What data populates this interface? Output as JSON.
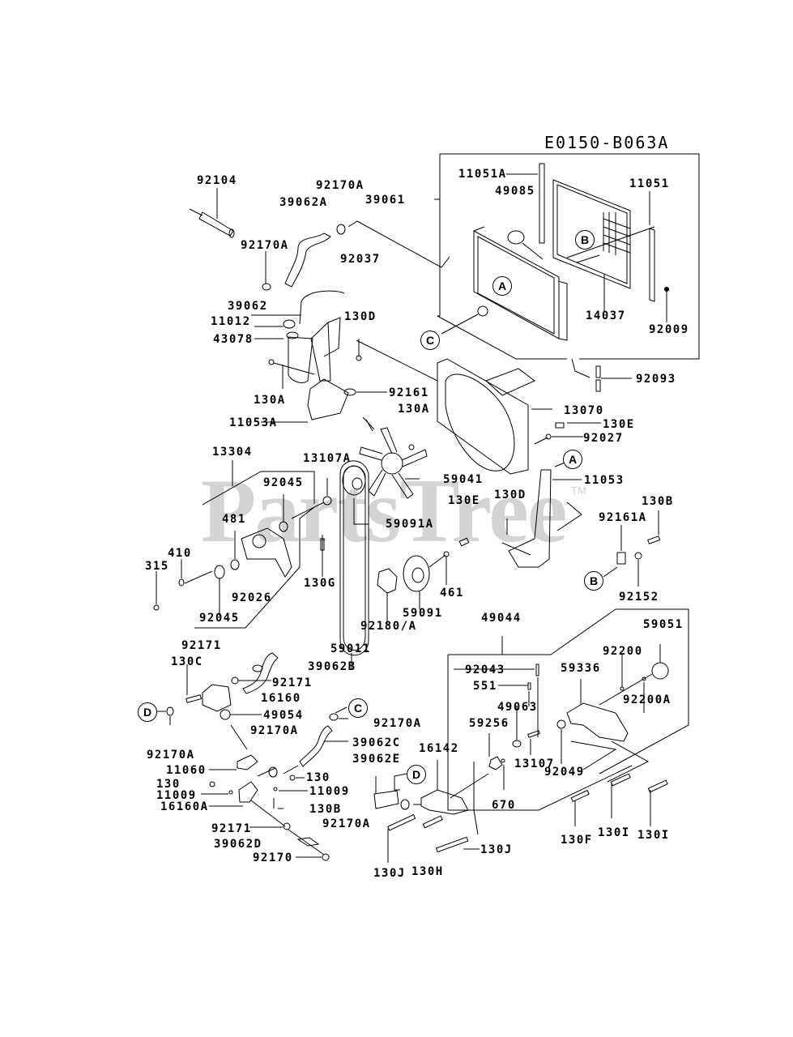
{
  "diagram": {
    "code": "E0150-B063A",
    "watermark": "PartsTree",
    "watermark_tm": "TM",
    "callouts": [
      "A",
      "B",
      "C",
      "D"
    ],
    "labels": [
      {
        "id": "92104",
        "text": "92104"
      },
      {
        "id": "92170A-top",
        "text": "92170A"
      },
      {
        "id": "39062A",
        "text": "39062A"
      },
      {
        "id": "39061",
        "text": "39061"
      },
      {
        "id": "11051A",
        "text": "11051A"
      },
      {
        "id": "49085",
        "text": "49085"
      },
      {
        "id": "11051",
        "text": "11051"
      },
      {
        "id": "92170A-hose",
        "text": "92170A"
      },
      {
        "id": "92037",
        "text": "92037"
      },
      {
        "id": "14037",
        "text": "14037"
      },
      {
        "id": "92009",
        "text": "92009"
      },
      {
        "id": "39062",
        "text": "39062"
      },
      {
        "id": "11012",
        "text": "11012"
      },
      {
        "id": "43078",
        "text": "43078"
      },
      {
        "id": "130D-top",
        "text": "130D"
      },
      {
        "id": "130A-left",
        "text": "130A"
      },
      {
        "id": "92161",
        "text": "92161"
      },
      {
        "id": "130A-mid",
        "text": "130A"
      },
      {
        "id": "11053A",
        "text": "11053A"
      },
      {
        "id": "92093",
        "text": "92093"
      },
      {
        "id": "13070",
        "text": "13070"
      },
      {
        "id": "130E-right",
        "text": "130E"
      },
      {
        "id": "92027",
        "text": "92027"
      },
      {
        "id": "13304",
        "text": "13304"
      },
      {
        "id": "13107A",
        "text": "13107A"
      },
      {
        "id": "59041",
        "text": "59041"
      },
      {
        "id": "11053",
        "text": "11053"
      },
      {
        "id": "92045-top",
        "text": "92045"
      },
      {
        "id": "130E-mid",
        "text": "130E"
      },
      {
        "id": "130D-mid",
        "text": "130D"
      },
      {
        "id": "130B-right",
        "text": "130B"
      },
      {
        "id": "59091A",
        "text": "59091A"
      },
      {
        "id": "481",
        "text": "481"
      },
      {
        "id": "92161A",
        "text": "92161A"
      },
      {
        "id": "410",
        "text": "410"
      },
      {
        "id": "315",
        "text": "315"
      },
      {
        "id": "130G",
        "text": "130G"
      },
      {
        "id": "461",
        "text": "461"
      },
      {
        "id": "92026",
        "text": "92026"
      },
      {
        "id": "92152",
        "text": "92152"
      },
      {
        "id": "92045-bottom",
        "text": "92045"
      },
      {
        "id": "59091",
        "text": "59091"
      },
      {
        "id": "92180A",
        "text": "92180/A"
      },
      {
        "id": "59011",
        "text": "59011"
      },
      {
        "id": "49044",
        "text": "49044"
      },
      {
        "id": "59051",
        "text": "59051"
      },
      {
        "id": "92171-top",
        "text": "92171"
      },
      {
        "id": "130C",
        "text": "130C"
      },
      {
        "id": "39062B",
        "text": "39062B"
      },
      {
        "id": "92200",
        "text": "92200"
      },
      {
        "id": "92043",
        "text": "92043"
      },
      {
        "id": "59336",
        "text": "59336"
      },
      {
        "id": "92171-mid",
        "text": "92171"
      },
      {
        "id": "551",
        "text": "551"
      },
      {
        "id": "16160",
        "text": "16160"
      },
      {
        "id": "92200A",
        "text": "92200A"
      },
      {
        "id": "49054",
        "text": "49054"
      },
      {
        "id": "49063",
        "text": "49063"
      },
      {
        "id": "92170A-C",
        "text": "92170A"
      },
      {
        "id": "92170A-mid",
        "text": "92170A"
      },
      {
        "id": "59256",
        "text": "59256"
      },
      {
        "id": "92170A-D",
        "text": "92170A"
      },
      {
        "id": "39062C",
        "text": "39062C"
      },
      {
        "id": "16142",
        "text": "16142"
      },
      {
        "id": "13107",
        "text": "13107"
      },
      {
        "id": "92049",
        "text": "92049"
      },
      {
        "id": "39062E",
        "text": "39062E"
      },
      {
        "id": "11060",
        "text": "11060"
      },
      {
        "id": "130-right",
        "text": "130"
      },
      {
        "id": "670",
        "text": "670"
      },
      {
        "id": "130-left",
        "text": "130"
      },
      {
        "id": "11009-right",
        "text": "11009"
      },
      {
        "id": "11009-left",
        "text": "11009"
      },
      {
        "id": "16160A",
        "text": "16160A"
      },
      {
        "id": "130B-low",
        "text": "130B"
      },
      {
        "id": "92170A-low",
        "text": "92170A"
      },
      {
        "id": "92171-low",
        "text": "92171"
      },
      {
        "id": "130F",
        "text": "130F"
      },
      {
        "id": "130I-a",
        "text": "130I"
      },
      {
        "id": "130I-b",
        "text": "130I"
      },
      {
        "id": "39062D",
        "text": "39062D"
      },
      {
        "id": "130J-right",
        "text": "130J"
      },
      {
        "id": "92170",
        "text": "92170"
      },
      {
        "id": "130J-left",
        "text": "130J"
      },
      {
        "id": "130H",
        "text": "130H"
      }
    ]
  }
}
